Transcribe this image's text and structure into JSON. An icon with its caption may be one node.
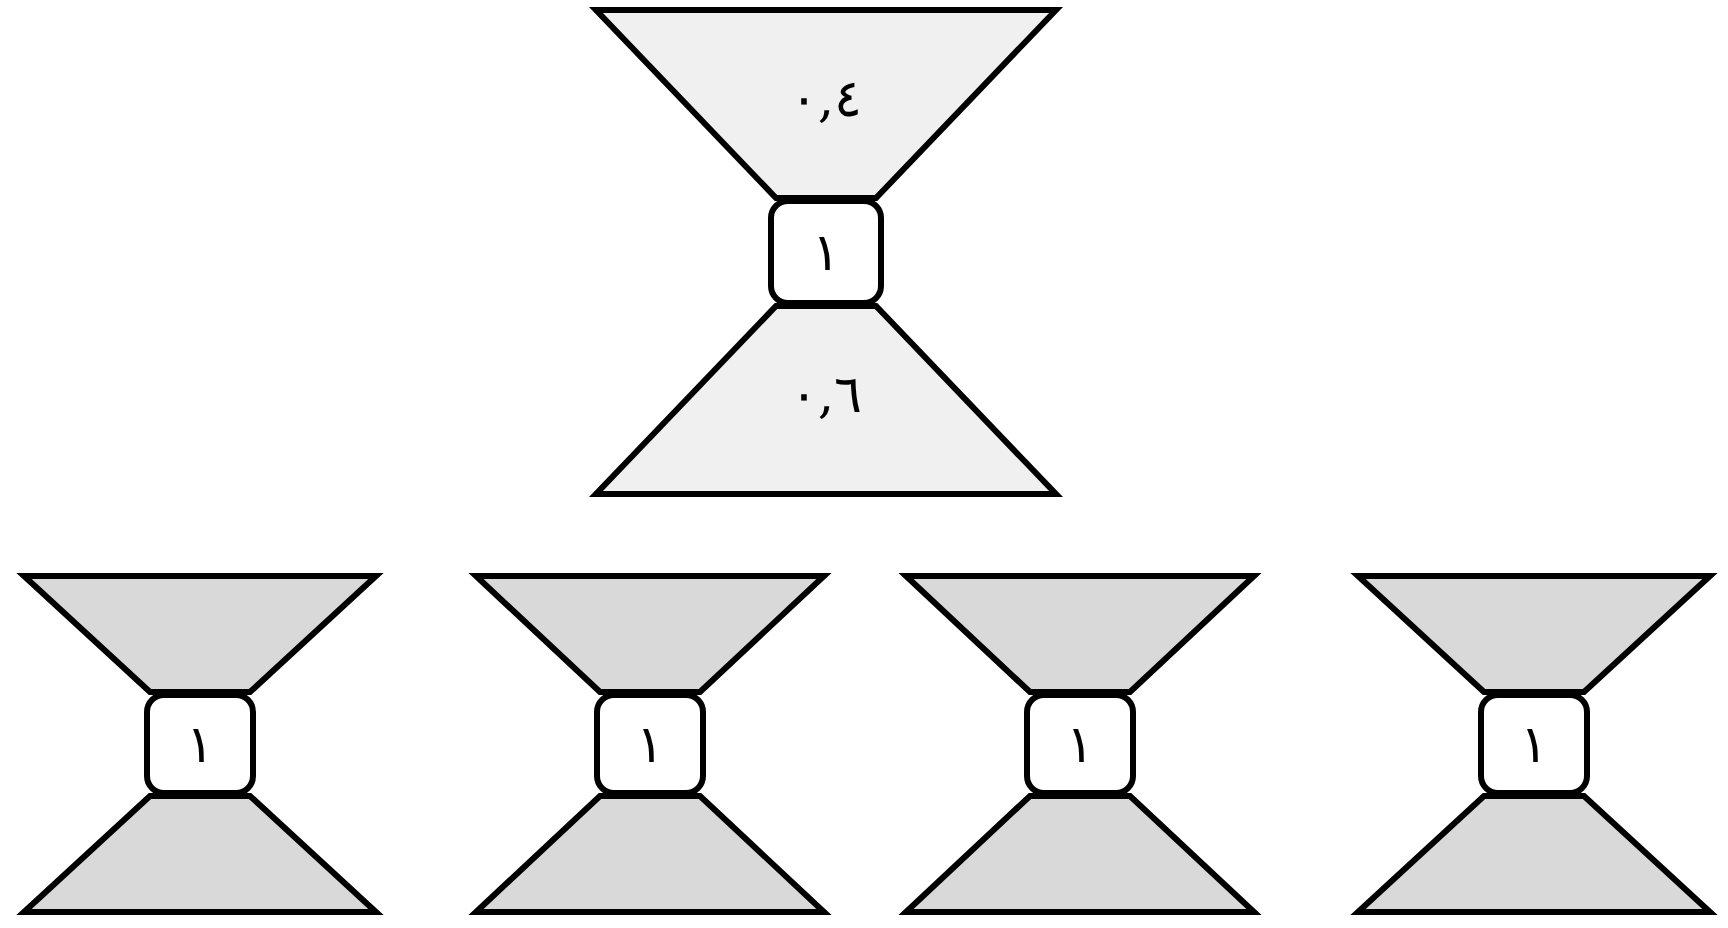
{
  "diagram": {
    "nodes": [
      {
        "text": [
          "٠,٤"
        ]
      },
      {
        "text": [
          "١"
        ]
      },
      {
        "text": [
          "٠,٦"
        ]
      },
      {
        "text": [],
        "shape": "trapezoid"
      },
      {
        "text": [
          "١"
        ]
      },
      {
        "text": [],
        "shape": "trapezoid"
      },
      {
        "text": [],
        "shape": "trapezoid"
      },
      {
        "text": [
          "١"
        ]
      },
      {
        "text": [],
        "shape": "trapezoid"
      },
      {
        "text": [],
        "shape": "trapezoid"
      },
      {
        "text": [
          "١"
        ]
      },
      {
        "text": [],
        "shape": "trapezoid"
      },
      {
        "text": [],
        "shape": "trapezoid"
      },
      {
        "text": [
          "١"
        ]
      },
      {
        "text": [],
        "shape": "trapezoid"
      }
    ]
  }
}
